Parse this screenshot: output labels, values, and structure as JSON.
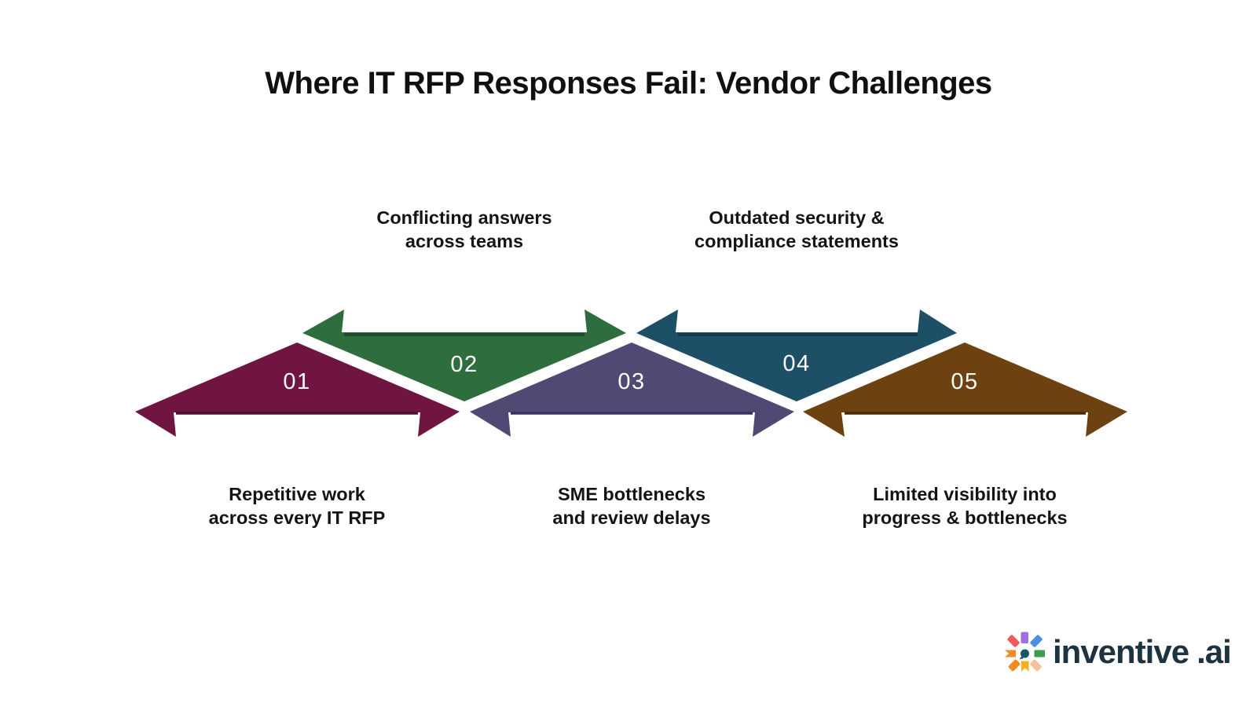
{
  "title": "Where IT RFP Responses Fail: Vendor Challenges",
  "steps": [
    {
      "number": "01",
      "caption_line1": "Repetitive work",
      "caption_line2": "across every IT RFP",
      "caption_position": "below",
      "color": "#701442",
      "color_dark": "#4e0e30"
    },
    {
      "number": "02",
      "caption_line1": "Conflicting answers",
      "caption_line2": "across teams",
      "caption_position": "above",
      "color": "#2e6e3e",
      "color_dark": "#1e4e2b"
    },
    {
      "number": "03",
      "caption_line1": "SME bottlenecks",
      "caption_line2": "and review delays",
      "caption_position": "below",
      "color": "#4e4a73",
      "color_dark": "#36335e"
    },
    {
      "number": "04",
      "caption_line1": "Outdated security &",
      "caption_line2": "compliance statements",
      "caption_position": "above",
      "color": "#1d4f66",
      "color_dark": "#123a4e"
    },
    {
      "number": "05",
      "caption_line1": "Limited visibility into",
      "caption_line2": "progress & bottlenecks",
      "caption_position": "below",
      "color": "#6e4110",
      "color_dark": "#4a2a08"
    }
  ],
  "logo": {
    "brand": "inventive",
    "suffix": ".ai",
    "text_color": "#1e3340",
    "icon_colors": {
      "coral": "#ee5a5f",
      "purple": "#a06ee1",
      "blue": "#4e8ede",
      "green": "#3e9e4e",
      "orange": "#f28a1f",
      "amber": "#f3b01b",
      "peach": "#f7c297",
      "teal": "#175663"
    }
  }
}
